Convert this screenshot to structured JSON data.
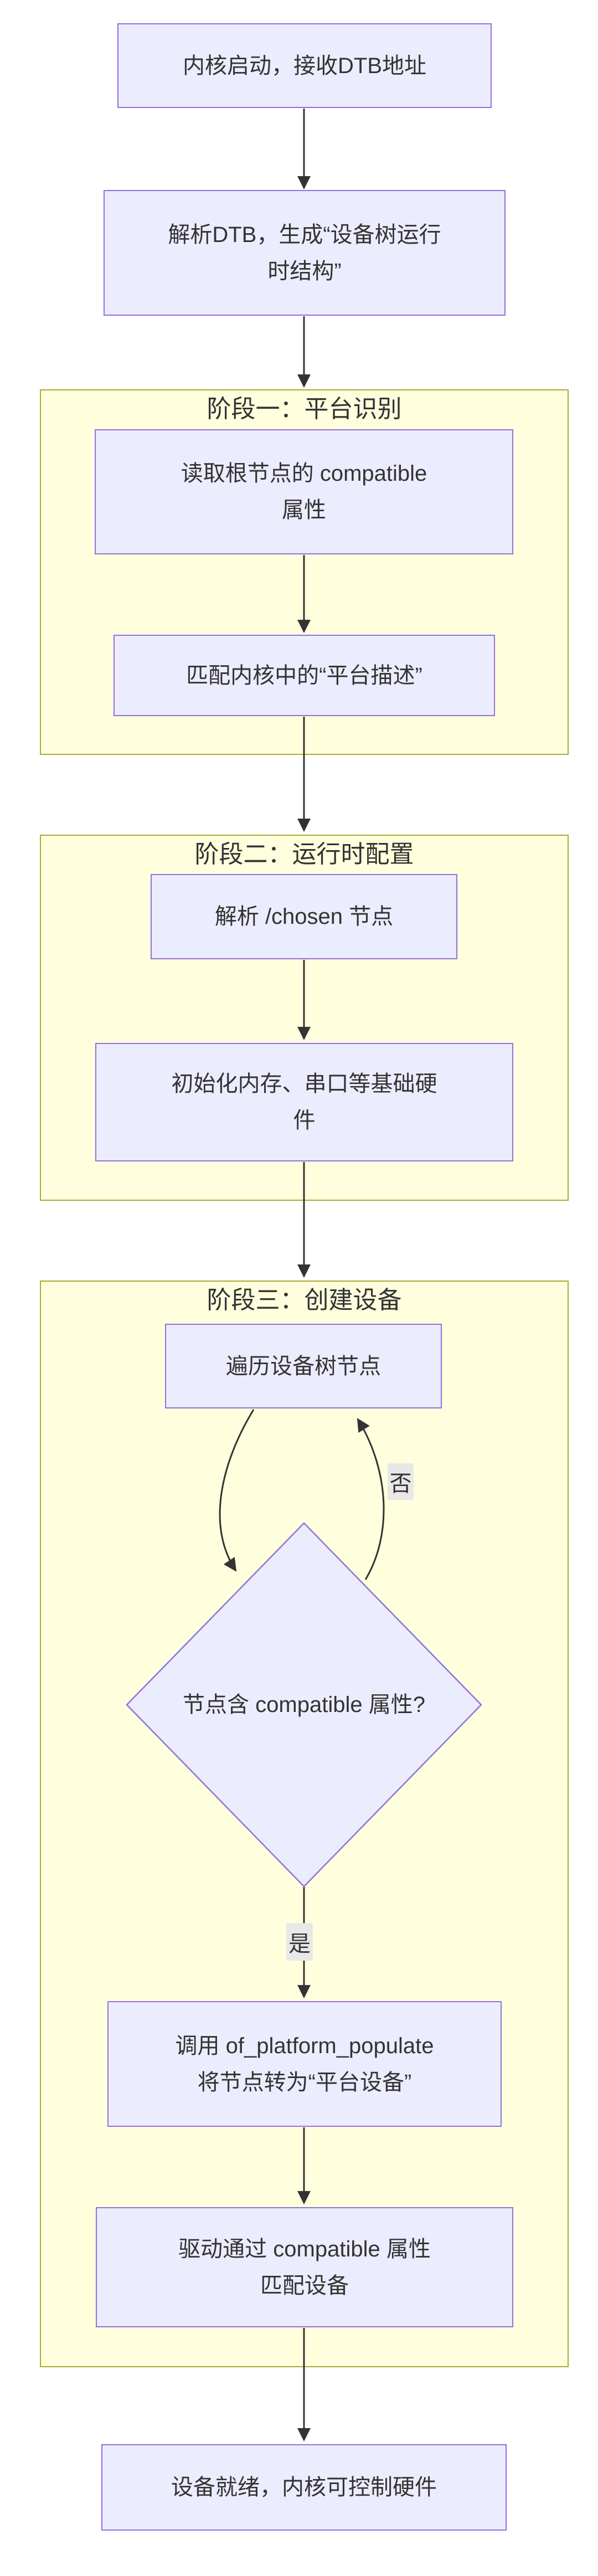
{
  "diagram_type": "flowchart",
  "nodes": {
    "start": {
      "label": "内核启动，接收DTB地址"
    },
    "parse_dtb": {
      "lines": [
        "解析DTB，生成“设备树运行",
        "时结构”"
      ]
    },
    "read_compat": {
      "lines": [
        "读取根节点的 compatible",
        "属性"
      ]
    },
    "match_desc": {
      "label": "匹配内核中的“平台描述”"
    },
    "parse_chosen": {
      "label": "解析 /chosen 节点"
    },
    "init_hw": {
      "lines": [
        "初始化内存、串口等基础硬",
        "件"
      ]
    },
    "traverse": {
      "label": "遍历设备树节点"
    },
    "decision": {
      "label": "节点含 compatible 属性?"
    },
    "populate": {
      "lines": [
        "调用 of_platform_populate",
        "将节点转为“平台设备”"
      ]
    },
    "drv_match": {
      "lines": [
        "驱动通过 compatible 属性",
        "匹配设备"
      ]
    },
    "done": {
      "label": "设备就绪，内核可控制硬件"
    }
  },
  "clusters": [
    {
      "title": "阶段一：平台识别"
    },
    {
      "title": "阶段二：运行时配置"
    },
    {
      "title": "阶段三：创建设备"
    }
  ],
  "edge_labels": {
    "no": "否",
    "yes": "是"
  },
  "edges": [
    {
      "from": "start",
      "to": "parse_dtb",
      "label": ""
    },
    {
      "from": "parse_dtb",
      "to": "cluster-phase1",
      "label": ""
    },
    {
      "from": "read_compat",
      "to": "match_desc",
      "label": ""
    },
    {
      "from": "match_desc",
      "to": "cluster-phase2",
      "label": ""
    },
    {
      "from": "parse_chosen",
      "to": "init_hw",
      "label": ""
    },
    {
      "from": "init_hw",
      "to": "cluster-phase3",
      "label": ""
    },
    {
      "from": "traverse",
      "to": "decision",
      "label": ""
    },
    {
      "from": "decision",
      "to": "traverse",
      "label": "否"
    },
    {
      "from": "decision",
      "to": "populate",
      "label": "是"
    },
    {
      "from": "populate",
      "to": "drv_match",
      "label": ""
    },
    {
      "from": "drv_match",
      "to": "done",
      "label": ""
    }
  ],
  "colors": {
    "node_fill": "#ECECFF",
    "node_border": "#9370DB",
    "cluster_fill": "#FFFFDE",
    "cluster_border": "#AAAA33",
    "edge": "#333333",
    "label_bg": "#E8E8E8",
    "text": "#333333"
  }
}
